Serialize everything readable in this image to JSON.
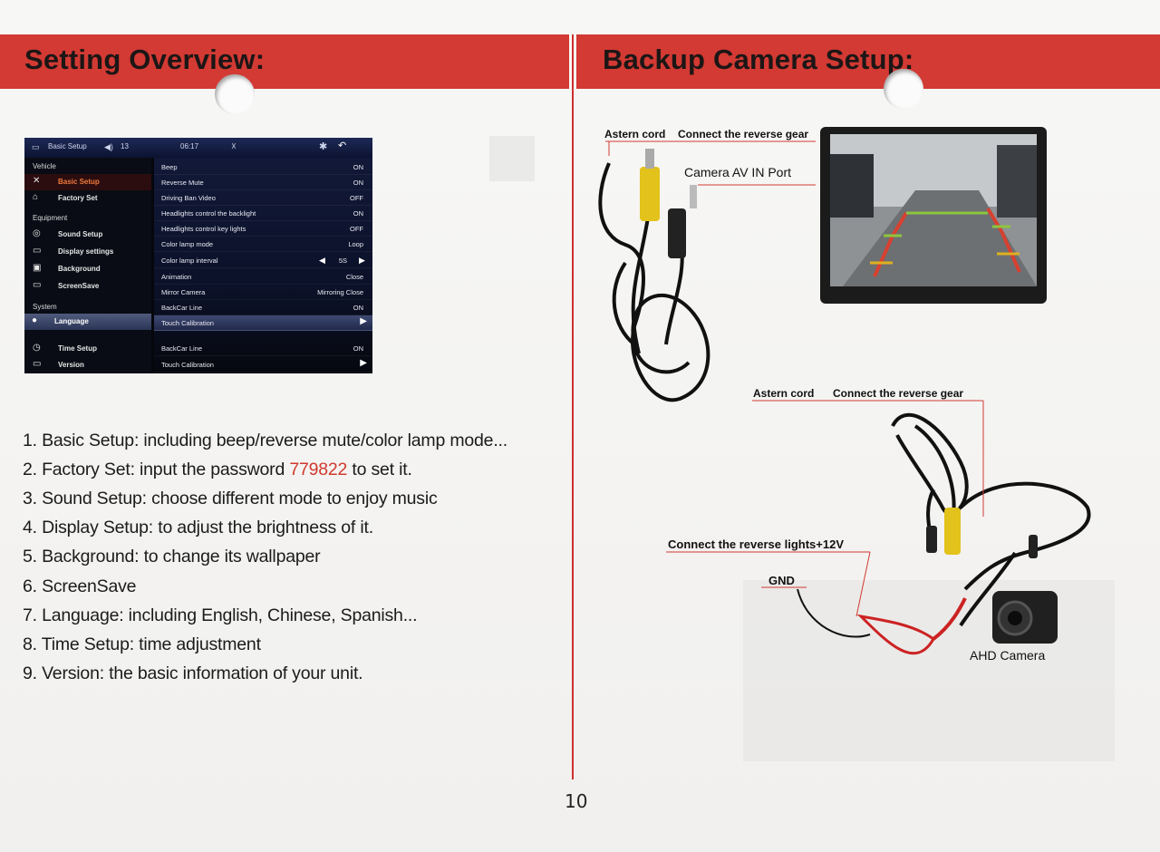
{
  "left": {
    "title": "Setting Overview:",
    "screen": {
      "status": {
        "menu_label": "Basic Setup",
        "volume": "13",
        "time": "06:17"
      },
      "sidebar": {
        "vehicle_head": "Vehicle",
        "equipment_head": "Equipment",
        "system_head": "System",
        "items_vehicle": [
          {
            "label": "Basic Setup",
            "icon": "wrench-icon",
            "glyph": "✕"
          },
          {
            "label": "Factory Set",
            "icon": "factory-icon",
            "glyph": "⌂"
          }
        ],
        "items_equipment": [
          {
            "label": "Sound Setup",
            "icon": "speaker-icon",
            "glyph": "◎"
          },
          {
            "label": "Display settings",
            "icon": "display-icon",
            "glyph": "▭"
          },
          {
            "label": "Background",
            "icon": "image-icon",
            "glyph": "▣"
          },
          {
            "label": "ScreenSave",
            "icon": "monitor-icon",
            "glyph": "▭"
          }
        ],
        "language": {
          "label": "Language",
          "glyph": "●"
        },
        "items_bottom": [
          {
            "label": "Time Setup",
            "icon": "clock-icon",
            "glyph": "◷"
          },
          {
            "label": "Version",
            "icon": "info-icon",
            "glyph": "▭"
          }
        ]
      },
      "settings": [
        {
          "key": "Beep",
          "value": "ON"
        },
        {
          "key": "Reverse Mute",
          "value": "ON"
        },
        {
          "key": "Driving Ban Video",
          "value": "OFF"
        },
        {
          "key": "Headlights control the backlight",
          "value": "ON"
        },
        {
          "key": "Headlights control key lights",
          "value": "OFF"
        },
        {
          "key": "Color lamp mode",
          "value": "Loop"
        },
        {
          "key": "Color lamp interval",
          "value": "5S"
        },
        {
          "key": "Animation",
          "value": "Close"
        },
        {
          "key": "Mirror Camera",
          "value": "Mirroring Close"
        },
        {
          "key": "BackCar Line",
          "value": "ON"
        },
        {
          "key": "Touch Calibration",
          "value": "▶"
        },
        {
          "key": "BackCar Line",
          "value": "ON"
        },
        {
          "key": "Touch Calibration",
          "value": "▶"
        }
      ]
    },
    "list": [
      {
        "text": "1. Basic Setup: including beep/reverse mute/color lamp mode..."
      },
      {
        "pre": "2. Factory Set: input the password ",
        "password": "779822",
        "post": " to set it."
      },
      {
        "text": "3. Sound Setup: choose different mode to enjoy music"
      },
      {
        "text": "4. Display Setup: to adjust the brightness of it."
      },
      {
        "text": "5. Background: to change its wallpaper"
      },
      {
        "text": "6. ScreenSave"
      },
      {
        "text": "7. Language: including English, Chinese, Spanish..."
      },
      {
        "text": "8. Time Setup: time adjustment"
      },
      {
        "text": "9. Version: the basic information of your unit."
      }
    ]
  },
  "right": {
    "title": "Backup Camera Setup:",
    "top_labels": {
      "astern": "Astern cord",
      "reverse_gear": "Connect the reverse gear",
      "av_in": "Camera AV IN Port"
    },
    "bottom_labels": {
      "astern": "Astern cord",
      "reverse_gear": "Connect the reverse gear",
      "reverse_lights": "Connect the reverse lights+12V",
      "gnd": "GND",
      "camera": "AHD Camera"
    }
  },
  "page_number": "10",
  "colors": {
    "banner": "#d23a33",
    "password": "#d0392f",
    "divider": "#cf2f2f"
  }
}
